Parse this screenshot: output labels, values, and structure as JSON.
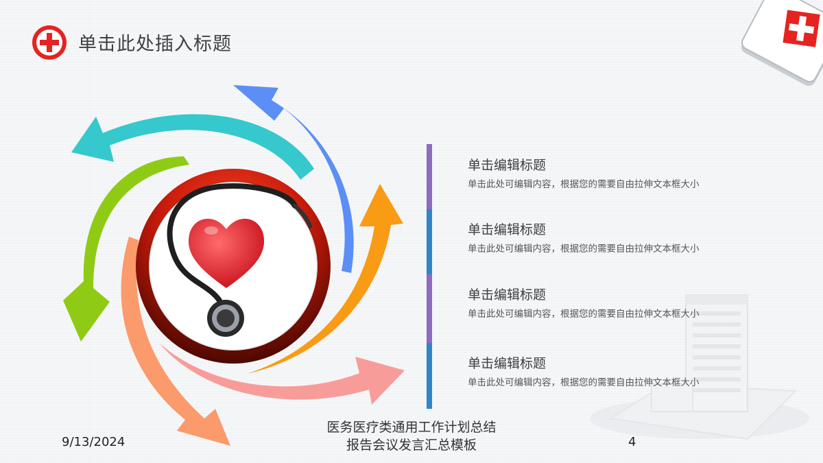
{
  "header": {
    "title": "单击此处插入标题"
  },
  "items": [
    {
      "title": "单击编辑标题",
      "desc": "单击此处可编辑内容，根据您的需要自由拉伸文本框大小"
    },
    {
      "title": "单击编辑标题",
      "desc": "单击此处可编辑内容，根据您的需要自由拉伸文本框大小"
    },
    {
      "title": "单击编辑标题",
      "desc": "单击此处可编辑内容，根据您的需要自由拉伸文本框大小"
    },
    {
      "title": "单击编辑标题",
      "desc": "单击此处可编辑内容，根据您的需要自由拉伸文本框大小"
    }
  ],
  "footer": {
    "date": "9/13/2024",
    "center_text": "医务医疗类通用工作计划总结报告会议发言汇总模板",
    "page": "4"
  },
  "colors": {
    "brand_red": "#e52421",
    "arrow_blue": "#5b8ff5",
    "arrow_orange": "#f99b14",
    "arrow_pink": "#f89c9a",
    "arrow_salmon": "#fb9a6b",
    "arrow_green": "#8fcb14",
    "arrow_teal": "#35c8cc",
    "divider_purple": "#8e6bbf",
    "divider_blue": "#2e86c8"
  },
  "icons": {
    "title_badge": "red-cross-icon",
    "corner_box": "first-aid-kit-icon",
    "center_image": "stethoscope-heart-image"
  }
}
